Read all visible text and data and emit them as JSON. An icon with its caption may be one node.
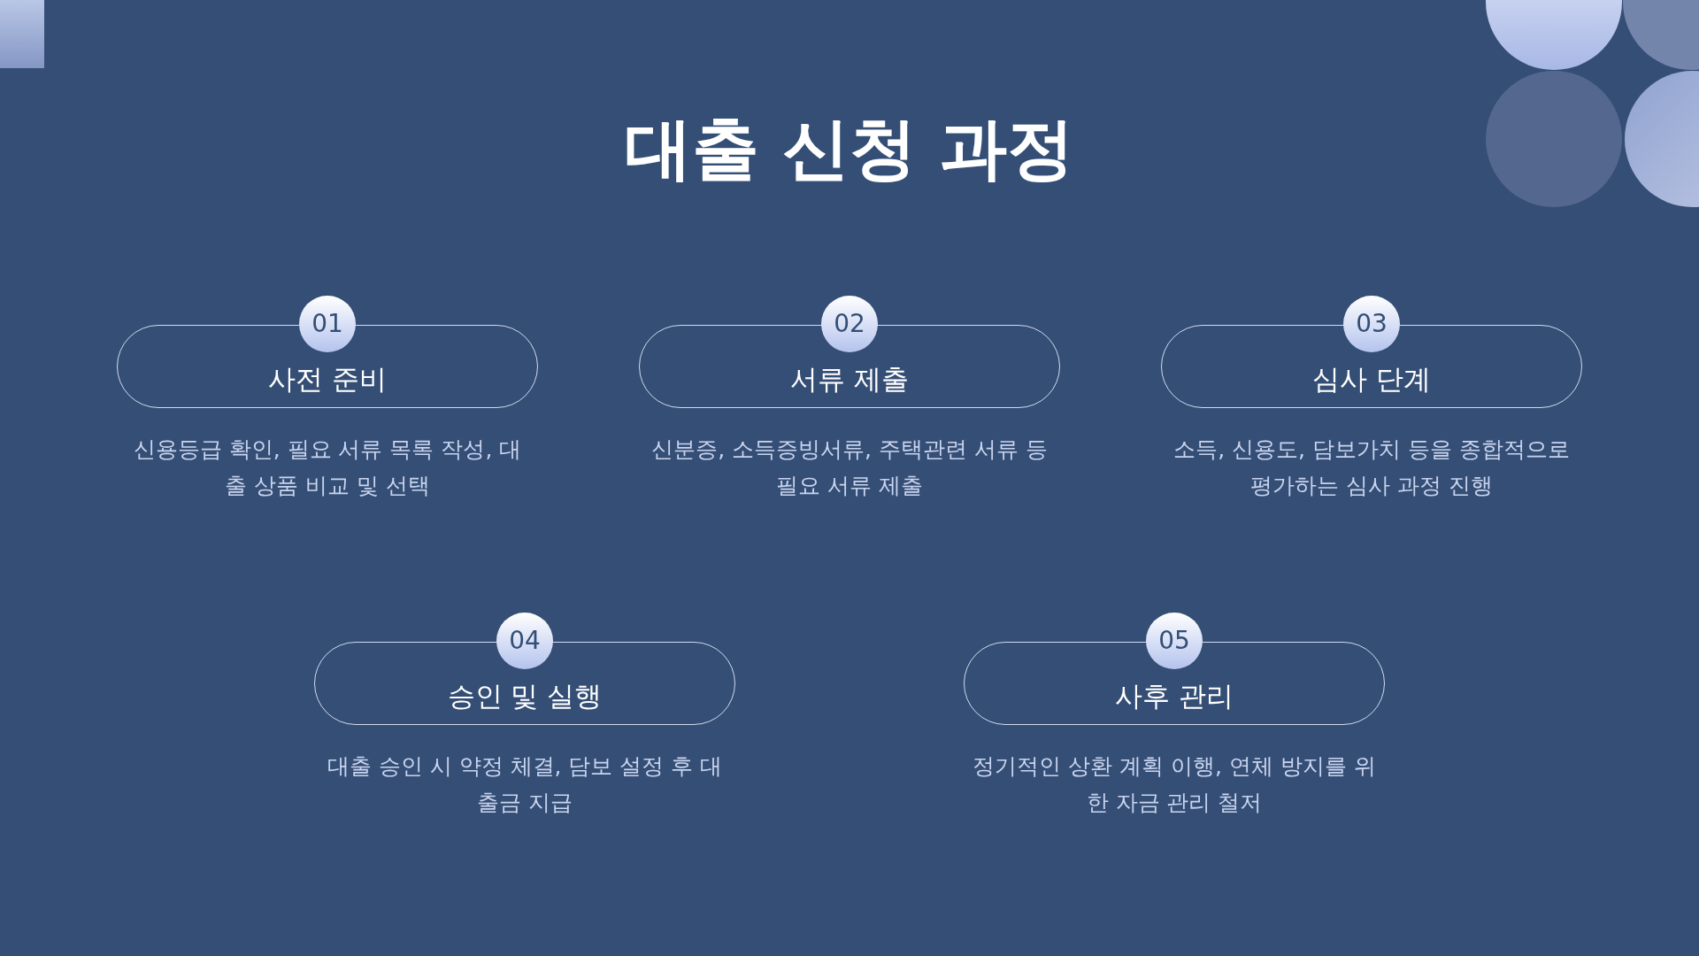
{
  "diagram": {
    "title": "대출 신청 과정",
    "nodes": [
      {
        "text": [
          "01"
        ]
      },
      {
        "text": [
          "사전 준비"
        ],
        "beside": [
          "신용등급 확인, 필요 서류 목록 작성, 대출 상품 비교 및 선택"
        ]
      },
      {
        "text": [
          "02"
        ]
      },
      {
        "text": [
          "서류 제출"
        ],
        "beside": [
          "신분증, 소득증빙서류, 주택관련 서류 등 필요 서류 제출"
        ]
      },
      {
        "text": [
          "03"
        ]
      },
      {
        "text": [
          "심사 단계"
        ],
        "beside": [
          "소득, 신용도, 담보가치 등을 종합적으로 평가하는 심사 과정 진행"
        ]
      },
      {
        "text": [
          "04"
        ]
      },
      {
        "text": [
          "승인 및 실행"
        ],
        "beside": [
          "대출 승인 시 약정 체결, 담보 설정 후 대출금 지급"
        ]
      },
      {
        "text": [
          "05"
        ]
      },
      {
        "text": [
          "사후 관리"
        ],
        "beside": [
          "정기적인 상환 계획 이행, 연체 방지를 위한 자금 관리 철저"
        ]
      }
    ],
    "edges": []
  }
}
